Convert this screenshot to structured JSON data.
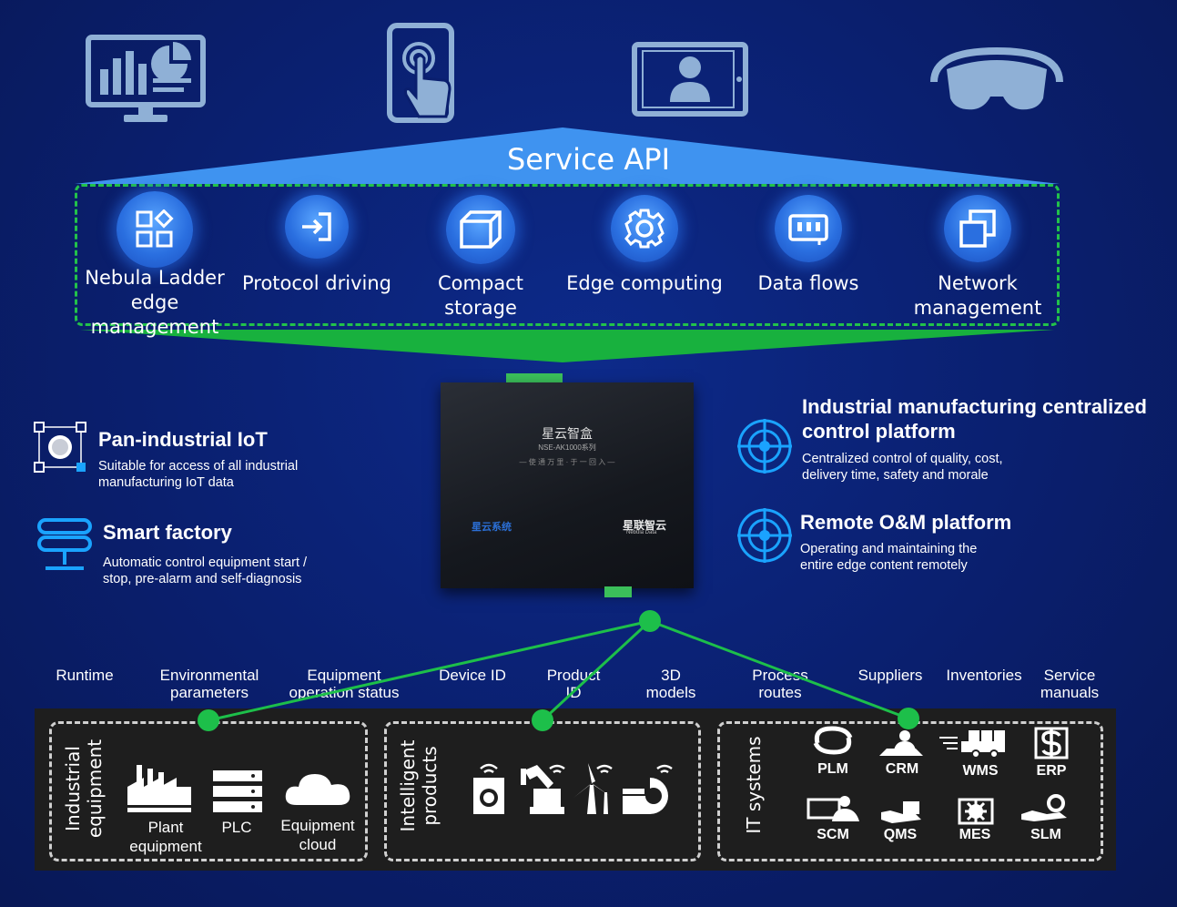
{
  "api": {
    "title": "Service API"
  },
  "top_icons": [
    "dashboard-monitor-icon",
    "touch-phone-icon",
    "tablet-user-icon",
    "vr-headset-icon"
  ],
  "services": [
    {
      "label": "Nebula Ladder edge management",
      "icon": "apps-grid-icon"
    },
    {
      "label": "Protocol driving",
      "icon": "login-arrow-icon"
    },
    {
      "label": "Compact storage",
      "icon": "box-icon"
    },
    {
      "label": "Edge computing",
      "icon": "gear-icon"
    },
    {
      "label": "Data flows",
      "icon": "ram-chip-icon"
    },
    {
      "label": "Network management",
      "icon": "copy-windows-icon"
    }
  ],
  "device": {
    "name": "星云智盒",
    "model": "NSE-AK1000系列",
    "tagline": "— 使 通 万 里 · 于 一 回 入 —",
    "brand_left": "星云系统",
    "brand_right": "星联智云",
    "brand_right_sub": "Nebula Data"
  },
  "left_features": [
    {
      "title": "Pan-industrial IoT",
      "desc": "Suitable for access of all industrial manufacturing IoT data",
      "icon": "iot-nodes-icon"
    },
    {
      "title": "Smart factory",
      "desc": "Automatic control equipment start / stop, pre-alarm and self-diagnosis",
      "icon": "server-stack-icon"
    }
  ],
  "right_features": [
    {
      "title": "Industrial manufacturing centralized control platform",
      "desc": "Centralized control of quality, cost, delivery time, safety and morale",
      "icon": "target-crosshair-icon"
    },
    {
      "title": "Remote O&M platform",
      "desc": "Operating and maintaining the entire edge content remotely",
      "icon": "target-crosshair-icon"
    }
  ],
  "data_categories": [
    "Runtime",
    "Environmental parameters",
    "Equipment operation status",
    "Device ID",
    "Product ID",
    "3D models",
    "Process routes",
    "Suppliers",
    "Inventories",
    "Service manuals"
  ],
  "groups": {
    "industrial": {
      "title": "Industrial equipment",
      "items": [
        {
          "label": "Plant equipment",
          "icon": "factory-icon"
        },
        {
          "label": "PLC",
          "icon": "plc-rack-icon"
        },
        {
          "label": "Equipment cloud",
          "icon": "cloud-icon"
        }
      ]
    },
    "products": {
      "title": "Intelligent products",
      "icons": [
        "smart-washer-icon",
        "smart-robot-arm-icon",
        "smart-wind-turbine-icon",
        "smart-mri-icon"
      ]
    },
    "it": {
      "title": "IT systems",
      "items": [
        {
          "label": "PLM",
          "icon": "cycle-arrows-icon"
        },
        {
          "label": "CRM",
          "icon": "user-desk-icon"
        },
        {
          "label": "WMS",
          "icon": "truck-boxes-icon"
        },
        {
          "label": "ERP",
          "icon": "dollar-doc-icon"
        },
        {
          "label": "SCM",
          "icon": "user-screen-icon"
        },
        {
          "label": "QMS",
          "icon": "hand-box-icon"
        },
        {
          "label": "MES",
          "icon": "gear-frame-icon"
        },
        {
          "label": "SLM",
          "icon": "hand-gear-icon"
        }
      ]
    }
  },
  "colors": {
    "background": "#0a1f6e",
    "api_blue": "#3f93f0",
    "green": "#1dbf4a",
    "panel": "#1e1e1e",
    "icon_grey": "#8fb0d6"
  }
}
